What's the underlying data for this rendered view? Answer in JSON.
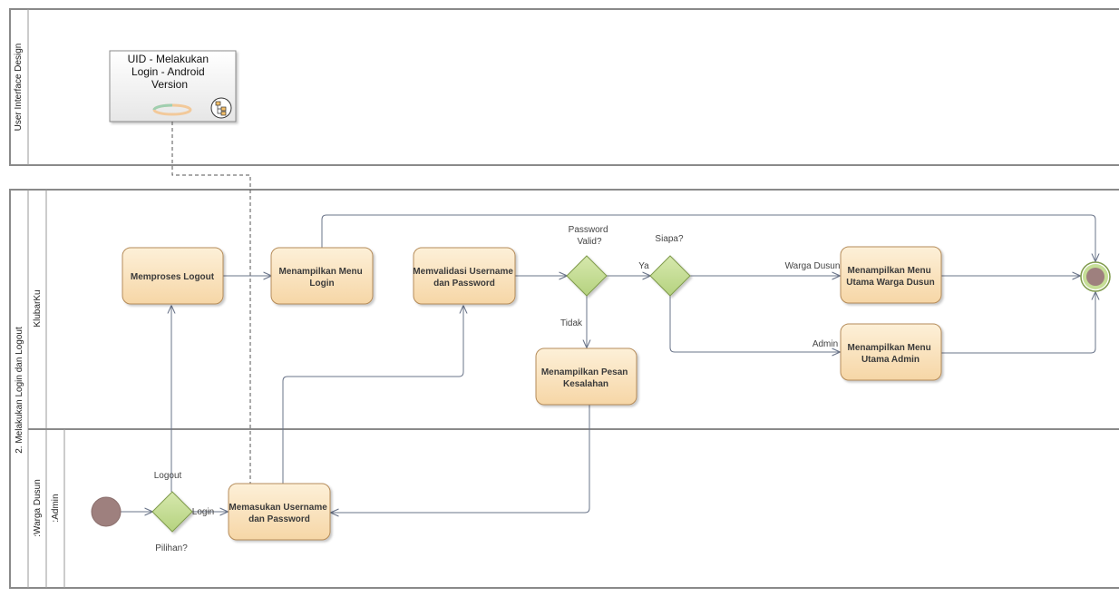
{
  "lanes": {
    "top_partition": "User Interface Design",
    "main_partition": "2. Melakukan Login dan Logout",
    "system_lane": "KlubarKu",
    "actor_lane": ":Warga Dusun",
    "admin_lane": ":Admin"
  },
  "uid_box": {
    "lines": [
      "UID - Melakukan",
      "Login - Android",
      "Version"
    ]
  },
  "actions": {
    "memproses_logout": [
      "Memproses Logout"
    ],
    "menampilkan_menu_login": [
      "Menampilkan Menu",
      "Login"
    ],
    "memvalidasi": [
      "Memvalidasi Username",
      "dan Password"
    ],
    "pesan_kesalahan": [
      "Menampilkan Pesan",
      "Kesalahan"
    ],
    "menu_warga": [
      "Menampilkan Menu",
      "Utama Warga Dusun"
    ],
    "menu_admin": [
      "Menampilkan Menu",
      "Utama Admin"
    ],
    "memasukan": [
      "Memasukan Username",
      "dan Password"
    ]
  },
  "decisions": {
    "password_valid": [
      "Password",
      "Valid?"
    ],
    "siapa": [
      "Siapa?"
    ],
    "pilihan": [
      "Pilihan?"
    ]
  },
  "edge_labels": {
    "ya": "Ya",
    "tidak": "Tidak",
    "warga_dusun": "Warga Dusun",
    "admin": "Admin",
    "logout": "Logout",
    "login": "Login"
  },
  "colors": {
    "action_fill": "#fbe4bf",
    "decision_fill": "#c6de97",
    "start_fill": "#9e807e",
    "edge": "#6a7489"
  }
}
